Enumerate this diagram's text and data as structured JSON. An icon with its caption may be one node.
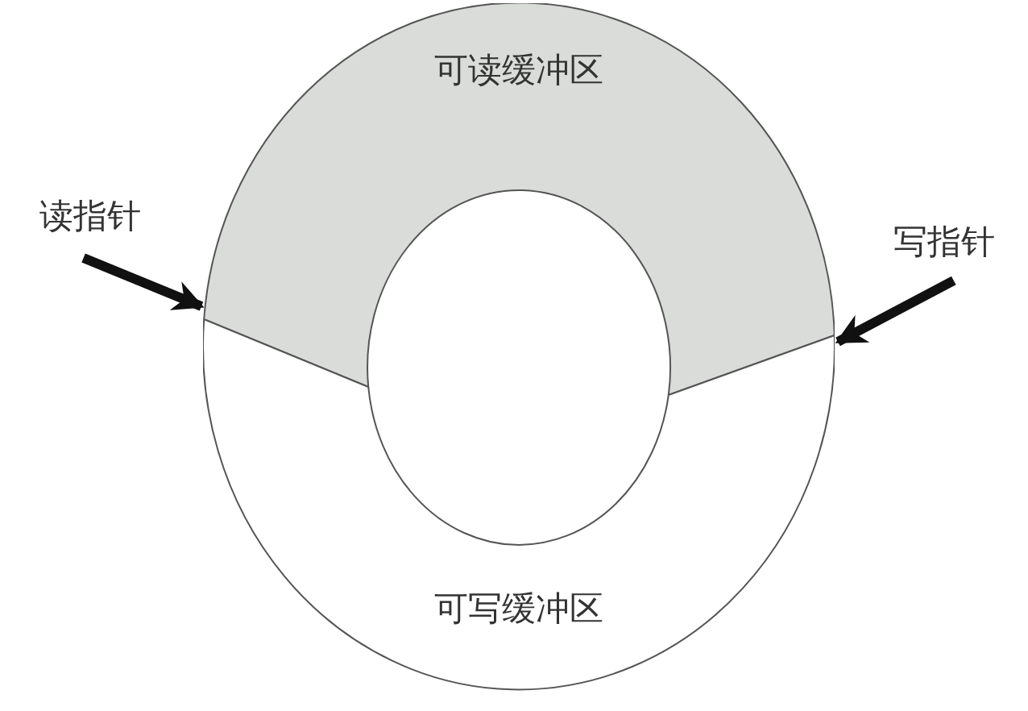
{
  "diagram": {
    "nodes": [
      {
        "text": [
          "可读缓冲区"
        ]
      },
      {
        "text": [
          "可写缓冲区"
        ]
      },
      {
        "text": [
          "读指针"
        ]
      },
      {
        "text": [
          "写指针"
        ]
      }
    ],
    "edges": [
      {
        "from": 2,
        "to": 0,
        "arrow": "to"
      },
      {
        "from": 3,
        "to": 1,
        "arrow": "to"
      }
    ]
  }
}
